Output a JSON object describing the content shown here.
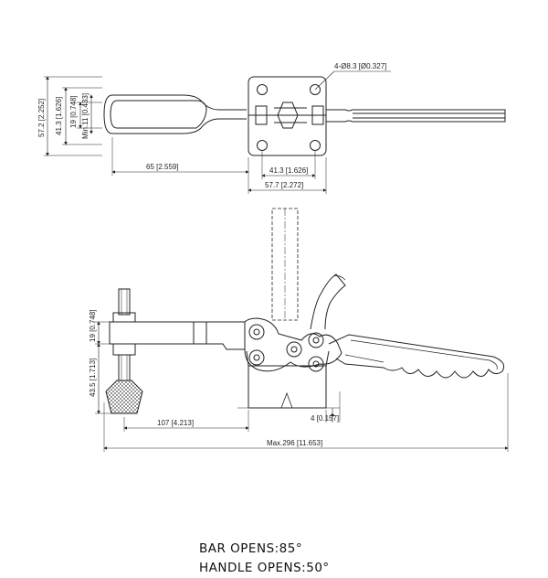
{
  "top_view": {
    "hole_callout": "4-Ø8.3 [Ø0.327]",
    "dim_height_total": "57.2 [2.252]",
    "dim_height_inner": "41.3 [1.626]",
    "dim_bar_19": "19 [0.748]",
    "dim_min_11": "Min.11 [0.433]",
    "dim_65": "65 [2.559]",
    "dim_base_41": "41.3 [1.626]",
    "dim_base_57": "57.7 [2.272]"
  },
  "side_view": {
    "dim_19": "19 [0.748]",
    "dim_43": "43.5 [1.713]",
    "dim_107": "107 [4.213]",
    "dim_4": "4 [0.157]",
    "dim_max": "Max.296 [11.653]"
  },
  "notes": {
    "bar_opens": "BAR OPENS:85°",
    "handle_opens": "HANDLE OPENS:50°"
  }
}
